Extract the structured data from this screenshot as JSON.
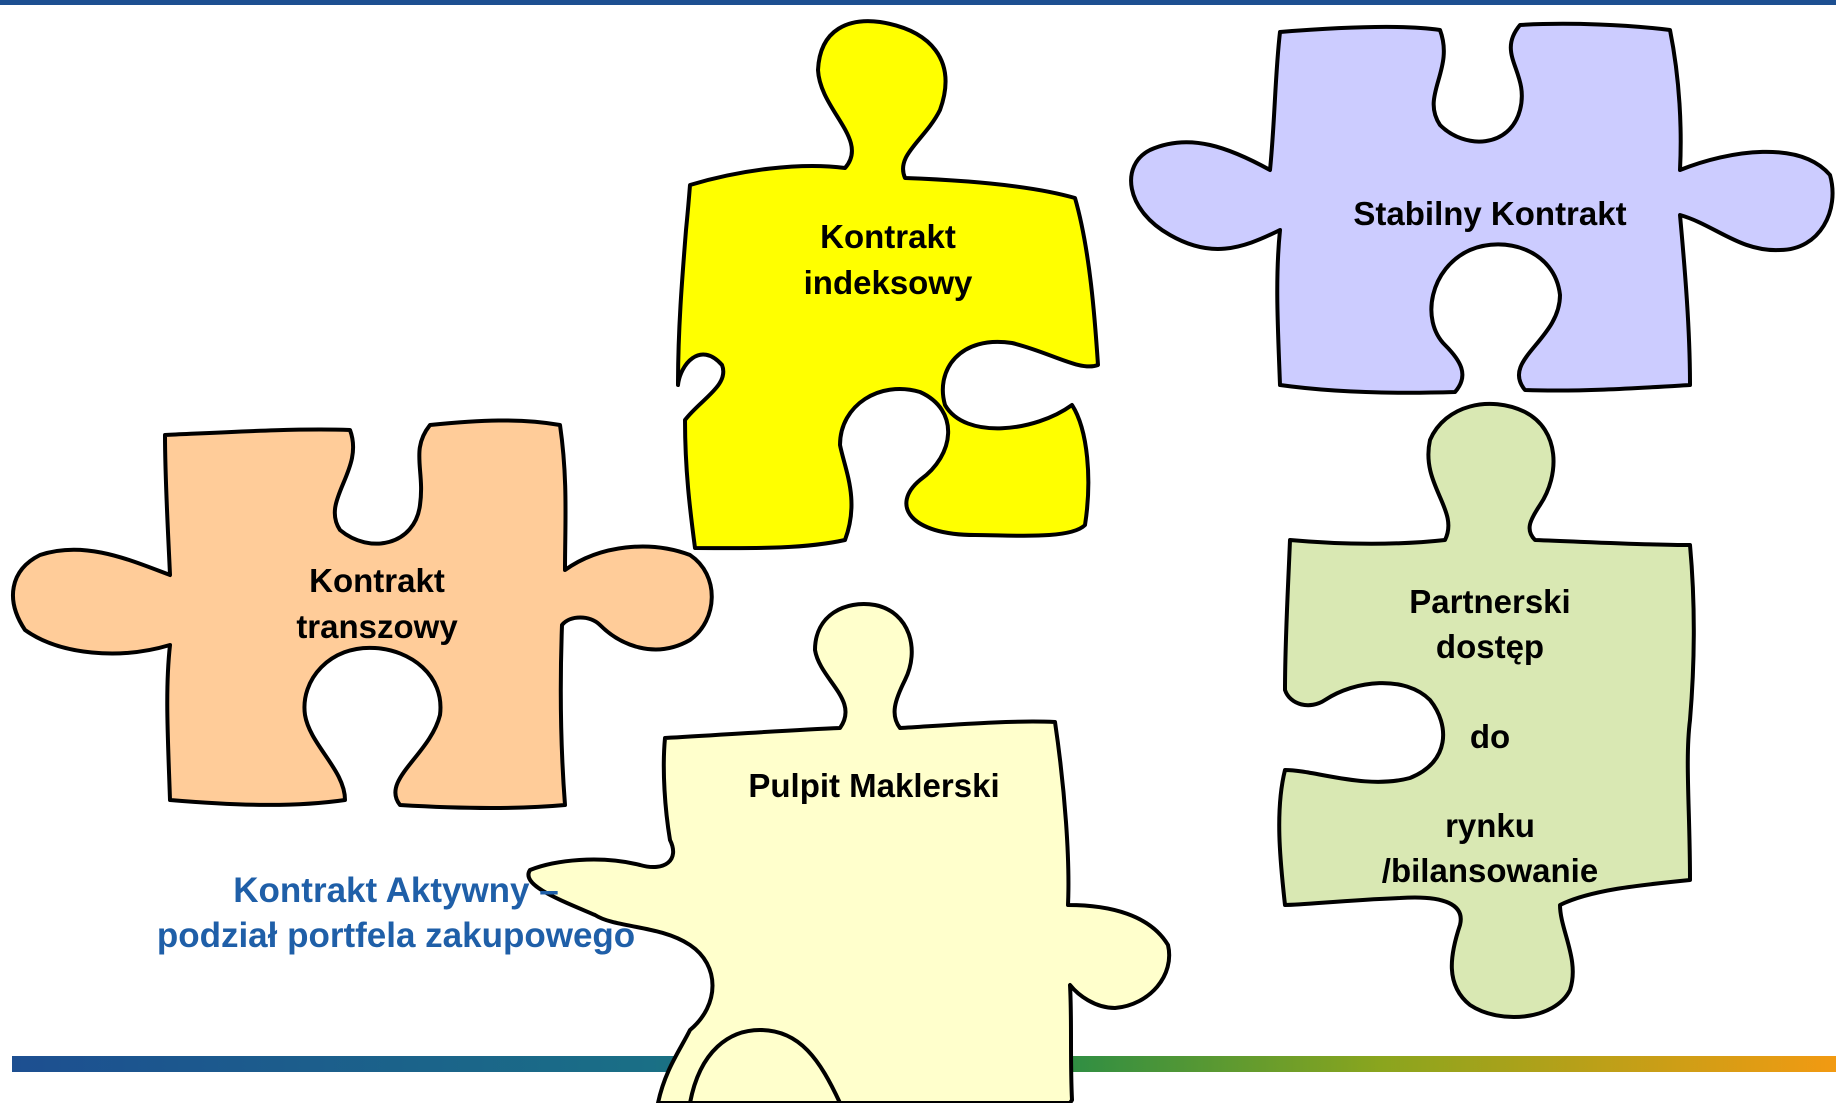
{
  "colors": {
    "top_rule": "#1d4f91",
    "caption": "#1f5fa8",
    "piece_index": "#ffff00",
    "piece_stable": "#ccccff",
    "piece_tranche": "#ffcc99",
    "piece_partner": "#d9e8b3",
    "piece_desk": "#ffffcc",
    "outline": "#000000"
  },
  "pieces": {
    "index": {
      "lines": [
        "Kontrakt",
        "indeksowy"
      ]
    },
    "stable": {
      "lines": [
        "Stabilny Kontrakt"
      ]
    },
    "tranche": {
      "lines": [
        "Kontrakt",
        "transzowy"
      ]
    },
    "partner": {
      "lines": [
        "Partnerski",
        "dostęp",
        "do",
        "rynku",
        "/bilansowanie"
      ]
    },
    "desk": {
      "lines": [
        "Pulpit Maklerski"
      ]
    }
  },
  "caption": {
    "lines": [
      "Kontrakt Aktywny –",
      "podział portfela zakupowego"
    ]
  }
}
